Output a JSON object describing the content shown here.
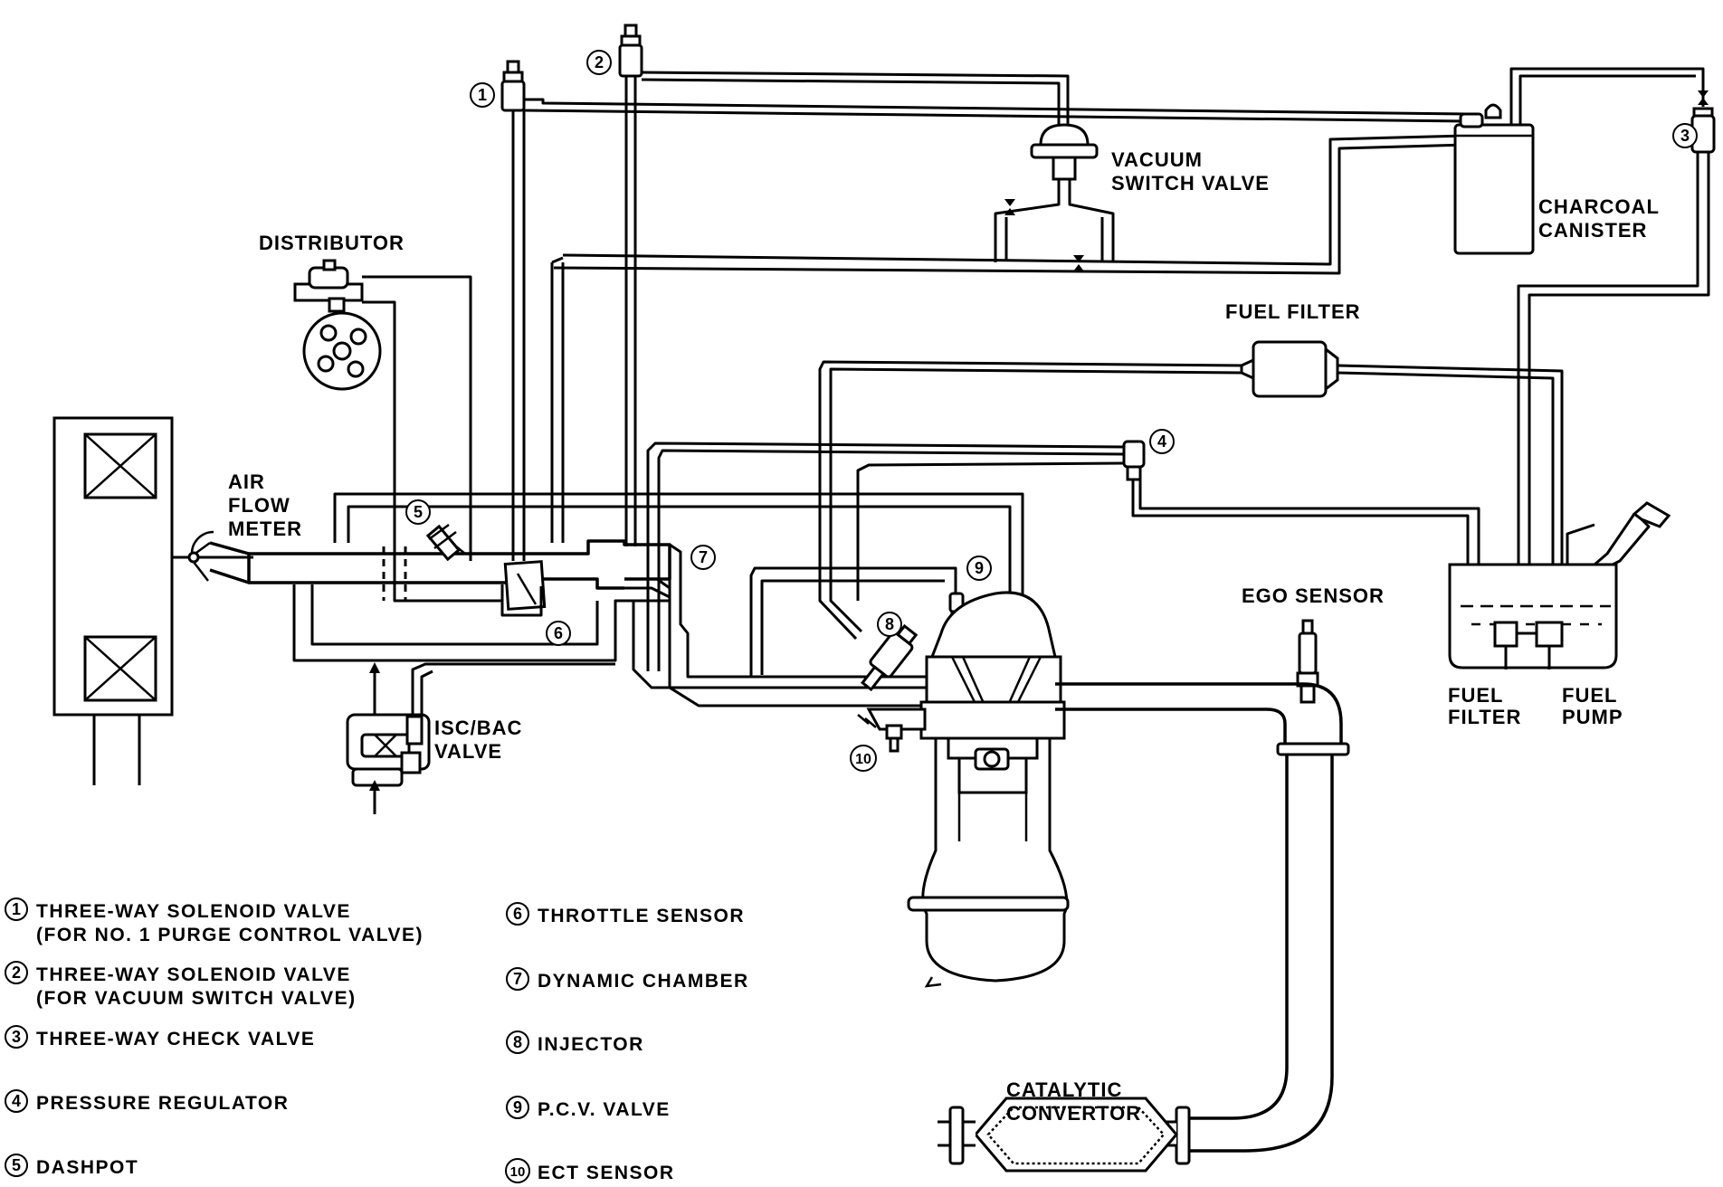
{
  "labels": {
    "distributor": "DISTRIBUTOR",
    "air_flow_meter": [
      "AIR",
      "FLOW",
      "METER"
    ],
    "vacuum_switch_valve": [
      "VACUUM",
      "SWITCH VALVE"
    ],
    "charcoal_canister": [
      "CHARCOAL",
      "CANISTER"
    ],
    "fuel_filter_top": "FUEL FILTER",
    "ego_sensor": "EGO SENSOR",
    "isc_bac_valve": [
      "ISC/BAC",
      "VALVE"
    ],
    "tank_fuel_filter": [
      "FUEL",
      "FILTER"
    ],
    "tank_fuel_pump": [
      "FUEL",
      "PUMP"
    ],
    "catalytic_convertor": [
      "CATALYTIC",
      "CONVERTOR"
    ]
  },
  "callouts": [
    "1",
    "2",
    "3",
    "4",
    "5",
    "6",
    "7",
    "8",
    "9",
    "10"
  ],
  "legend": [
    {
      "num": "1",
      "lines": [
        "THREE-WAY SOLENOID VALVE",
        "(FOR NO. 1 PURGE CONTROL VALVE)"
      ]
    },
    {
      "num": "2",
      "lines": [
        "THREE-WAY SOLENOID VALVE",
        "(FOR VACUUM SWITCH VALVE)"
      ]
    },
    {
      "num": "3",
      "lines": [
        "THREE-WAY CHECK VALVE"
      ]
    },
    {
      "num": "4",
      "lines": [
        "PRESSURE REGULATOR"
      ]
    },
    {
      "num": "5",
      "lines": [
        "DASHPOT"
      ]
    },
    {
      "num": "6",
      "lines": [
        "THROTTLE SENSOR"
      ]
    },
    {
      "num": "7",
      "lines": [
        "DYNAMIC CHAMBER"
      ]
    },
    {
      "num": "8",
      "lines": [
        "INJECTOR"
      ]
    },
    {
      "num": "9",
      "lines": [
        "P.C.V. VALVE"
      ]
    },
    {
      "num": "10",
      "lines": [
        "ECT SENSOR"
      ]
    }
  ]
}
